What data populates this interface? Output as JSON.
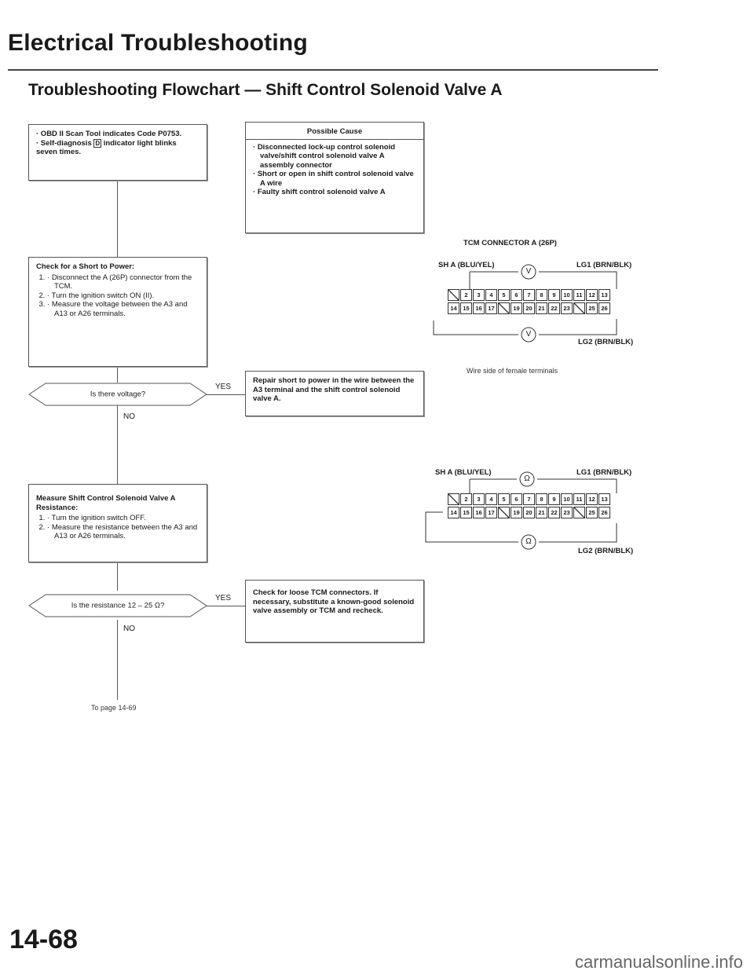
{
  "header": {
    "title": "Electrical Troubleshooting",
    "subtitle": "Troubleshooting Flowchart — Shift Control Solenoid Valve A"
  },
  "start_box": {
    "line1": "· OBD II Scan Tool indicates Code P0753.",
    "line2_pre": "· Self-diagnosis",
    "line2_icon": "D",
    "line2_post": "indicator light blinks seven times."
  },
  "possible_cause": {
    "title": "Possible Cause",
    "items": [
      "Disconnected lock-up control solenoid valve/shift control solenoid valve A assembly connector",
      "Short or open in shift control solenoid valve A wire",
      "Faulty shift control solenoid valve A"
    ]
  },
  "check_short": {
    "heading": "Check for a Short to Power:",
    "steps": [
      "Disconnect the A (26P) connector from the TCM.",
      "Turn the ignition switch ON (II).",
      "Measure the voltage between the A3 and A13 or A26 terminals."
    ]
  },
  "decision_voltage": {
    "question": "Is there voltage?",
    "yes": "YES",
    "no": "NO"
  },
  "repair_short": {
    "text": "Repair short to power in the wire between the A3 terminal and the shift control solenoid valve A."
  },
  "measure_resistance": {
    "heading": "Measure Shift Control Solenoid Valve A Resistance:",
    "steps": [
      "Turn the ignition switch OFF.",
      "Measure the resistance between the A3 and A13 or A26 terminals."
    ]
  },
  "decision_resistance": {
    "question": "Is the resistance 12 – 25 Ω?",
    "yes": "YES",
    "no": "NO"
  },
  "check_loose": {
    "text": "Check for loose TCM connectors. If necessary, substitute a known-good solenoid valve assembly or TCM and recheck."
  },
  "to_page": "To page 14-69",
  "connector": {
    "title": "TCM CONNECTOR A (26P)",
    "sh_a": "SH A (BLU/YEL)",
    "lg1": "LG1 (BRN/BLK)",
    "lg2": "LG2 (BRN/BLK)",
    "wire_side": "Wire side of female terminals",
    "meter_v": "V",
    "meter_ohm": "Ω",
    "row1": [
      "",
      "2",
      "3",
      "4",
      "5",
      "6",
      "7",
      "8",
      "9",
      "10",
      "11",
      "12",
      "13"
    ],
    "row2": [
      "14",
      "15",
      "16",
      "17",
      "",
      "19",
      "20",
      "21",
      "22",
      "23",
      "",
      "25",
      "26"
    ]
  },
  "footer": {
    "page_number": "14-68",
    "watermark": "carmanualsonline.info"
  }
}
